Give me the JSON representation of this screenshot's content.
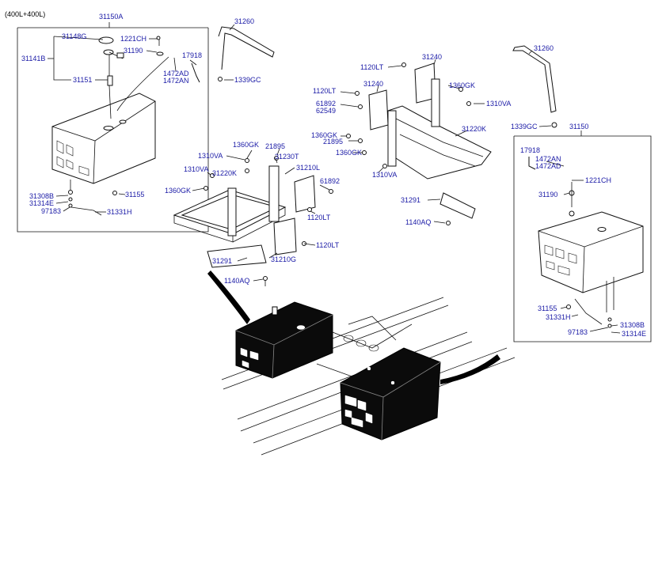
{
  "header": {
    "variant": "(400L+400L)"
  },
  "left_assembly": {
    "title": "31150A",
    "labels": {
      "p31148G": "31148G",
      "p1221CH": "1221CH",
      "p31190": "31190",
      "p17918": "17918",
      "p31141B": "31141B",
      "p1472AD": "1472AD",
      "p1472AN": "1472AN",
      "p31151": "31151",
      "p31308B": "31308B",
      "p31155": "31155",
      "p31314E": "31314E",
      "p97183": "97183",
      "p31331H": "31331H"
    }
  },
  "center_left": {
    "labels": {
      "p31260": "31260",
      "p1339GC": "1339GC",
      "p1360GK_a": "1360GK",
      "p21895": "21895",
      "p1310VA_a": "1310VA",
      "p31230T": "31230T",
      "p1310VA_b": "1310VA",
      "p31210L": "31210L",
      "p31220K": "31220K",
      "p61892": "61892",
      "p1360GK_b": "1360GK",
      "p1120LT_a": "1120LT",
      "p1120LT_b": "1120LT",
      "p31291": "31291",
      "p31210G": "31210G",
      "p1140AQ": "1140AQ"
    }
  },
  "center_right": {
    "labels": {
      "p31240_a": "31240",
      "p1120LT_c": "1120LT",
      "p1120LT_d": "1120LT",
      "p31240_b": "31240",
      "p1360GK_c": "1360GK",
      "p61892": "61892",
      "p62549": "62549",
      "p1310VA_c": "1310VA",
      "p1360GK_d": "1360GK",
      "p21895": "21895",
      "p31220K": "31220K",
      "p1360GK_e": "1360GK",
      "p1310VA_d": "1310VA",
      "p31291": "31291",
      "p1140AQ": "1140AQ"
    }
  },
  "right_assembly": {
    "title": "31150",
    "labels": {
      "p31260": "31260",
      "p1339GC": "1339GC",
      "p17918": "17918",
      "p1472AN": "1472AN",
      "p1472AD": "1472AD",
      "p1221CH": "1221CH",
      "p31190": "31190",
      "p31155": "31155",
      "p31331H": "31331H",
      "p31308B": "31308B",
      "p97183": "97183",
      "p31314E": "31314E"
    }
  }
}
